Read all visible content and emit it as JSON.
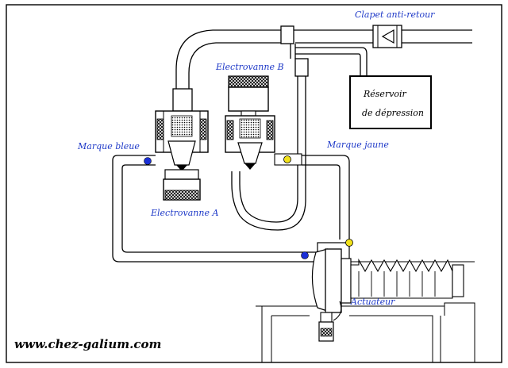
{
  "labels": {
    "clapet": "Clapet anti-retour",
    "reservoir_line1": "Réservoir",
    "reservoir_line2": "de dépression",
    "electrovanne_b": "Electrovanne B",
    "electrovanne_a": "Electrovanne A",
    "marque_bleue": "Marque bleue",
    "marque_jaune": "Marque jaune",
    "actuateur": "Actuateur"
  },
  "footer": {
    "site": "www.chez-galium.com"
  },
  "colors": {
    "label_blue": "#1f3ac8",
    "marker_blue": "#1a2fd6",
    "marker_yellow": "#f2e21a",
    "line": "#000000"
  }
}
